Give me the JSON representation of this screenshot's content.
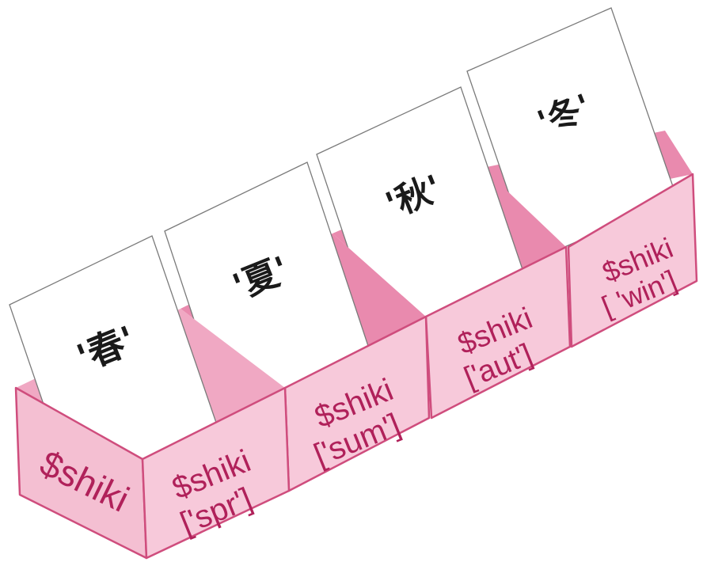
{
  "array_label": "$shiki",
  "boxes": [
    {
      "key": "$shiki",
      "index": "['spr']",
      "value": "'春'"
    },
    {
      "key": "$shiki",
      "index": "['sum']",
      "value": "'夏'"
    },
    {
      "key": "$shiki",
      "index": "['aut']",
      "value": "'秋'"
    },
    {
      "key": "$shiki",
      "index": "[ 'win']",
      "value": "'冬'"
    }
  ],
  "colors": {
    "box_fill": "#f4bfd2",
    "box_inner": "#e98aae",
    "box_edge": "#cf4d7d",
    "label_text": "#b0215a",
    "card_fill": "#ffffff"
  }
}
